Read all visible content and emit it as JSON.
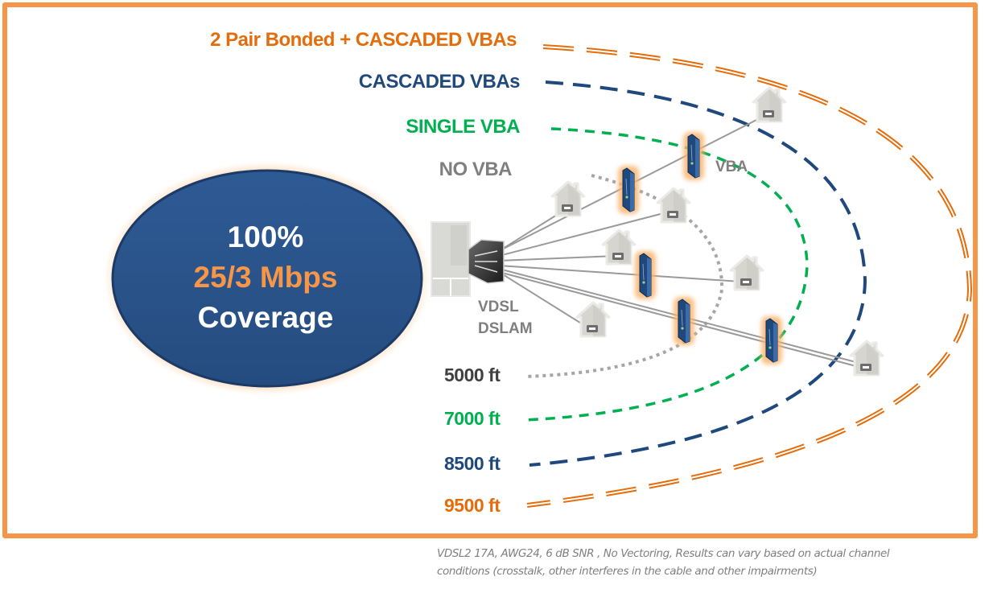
{
  "legend": {
    "items": [
      {
        "label": "2 Pair Bonded + CASCADED VBAs",
        "color": "#E46C0A",
        "line_style": "double-dashed"
      },
      {
        "label": "CASCADED VBAs",
        "color": "#1F497D",
        "line_style": "long-dashed"
      },
      {
        "label": "SINGLE VBA",
        "color": "#00B050",
        "line_style": "dashed"
      },
      {
        "label": "NO VBA",
        "color": "#7F7F7F",
        "line_style": "dotted"
      }
    ]
  },
  "distances": [
    {
      "label": "5000 ft",
      "color": "#404040"
    },
    {
      "label": "7000 ft",
      "color": "#00B050"
    },
    {
      "label": "8500 ft",
      "color": "#1F497D"
    },
    {
      "label": "9500 ft",
      "color": "#E46C0A"
    }
  ],
  "center": {
    "line1": "100%",
    "line2": "25/3 Mbps",
    "line3": "Coverage"
  },
  "dslam": {
    "line1": "VDSL",
    "line2": "DSLAM",
    "icon": "dslam-server-icon"
  },
  "vba_label": "VBA",
  "icons": {
    "house": "house-icon",
    "vba": "vba-device-icon"
  },
  "colors": {
    "frame": "#F79646",
    "ellipse": "#2A5288",
    "accent_orange": "#E46C0A",
    "navy": "#1F497D",
    "green": "#00B050",
    "gray": "#7F7F7F"
  },
  "footnote": {
    "line1": "VDSL2 17A, AWG24,  6 dB SNR , No Vectoring,  Results can vary based on actual channel",
    "line2": "conditions (crosstalk, other interferes in the cable and other impairments)"
  }
}
